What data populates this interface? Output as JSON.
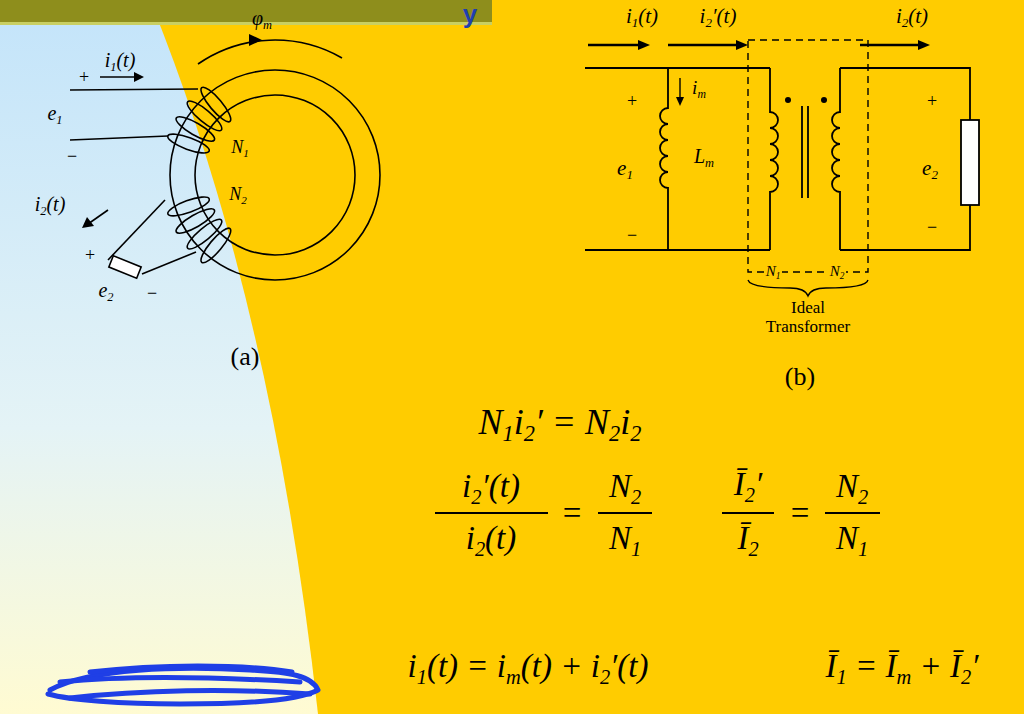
{
  "diagram": {
    "labels": [
      "y",
      "φm",
      "i1(t)",
      "+",
      "e1",
      "−",
      "N1",
      "N2",
      "i2(t)",
      "+",
      "e2",
      "−",
      "(a)",
      "i1(t)",
      "i2′(t)",
      "i2(t)",
      "+",
      "im",
      "Lm",
      "e1",
      "−",
      "+",
      "e2",
      "−",
      "N1",
      "N2",
      "Ideal Transformer",
      "(b)",
      "N1i2′ = N2i2",
      "i2′(t)",
      "i2(t)",
      "=",
      "N2",
      "N1",
      "Ī2′",
      "Ī2",
      "=",
      "N2",
      "N1",
      "i1(t) = im(t) + i2′(t)",
      "Ī1 = Īm + Ī2′"
    ]
  }
}
